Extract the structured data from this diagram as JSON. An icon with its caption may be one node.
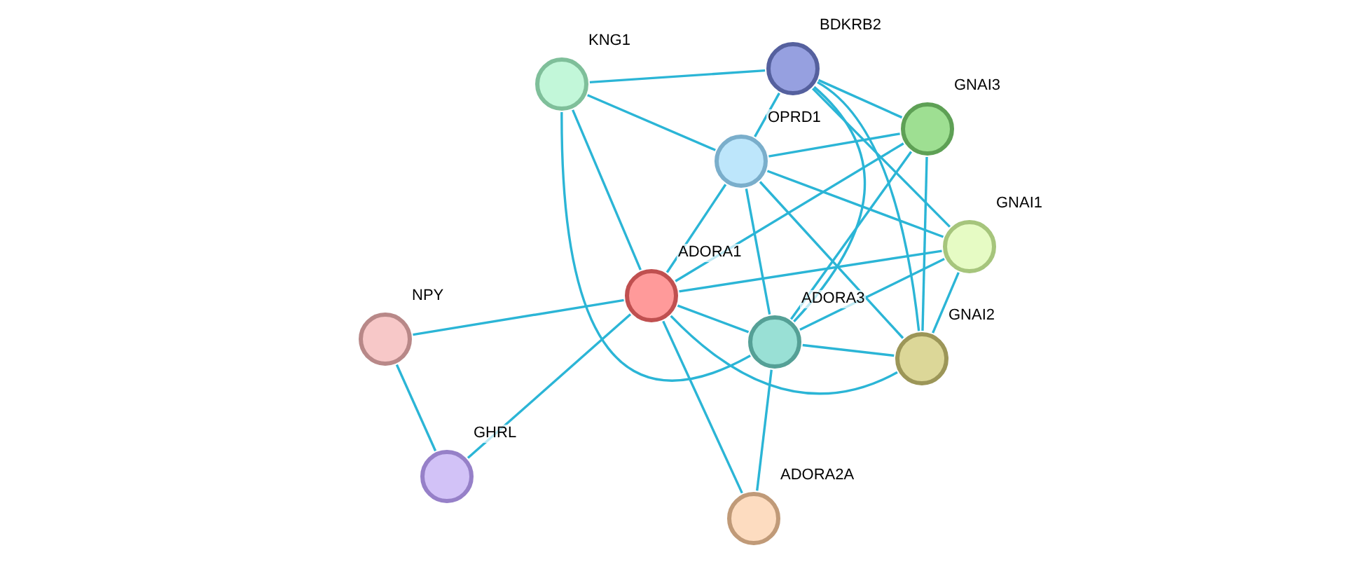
{
  "diagram": {
    "nodes": [
      {
        "text": [
          "KNG1"
        ]
      },
      {
        "text": [
          "BDKRB2"
        ]
      },
      {
        "text": [
          "GNAI3"
        ]
      },
      {
        "text": [
          "OPRD1"
        ]
      },
      {
        "text": [
          "GNAI1"
        ]
      },
      {
        "text": [
          "ADORA1"
        ]
      },
      {
        "text": [
          "NPY"
        ]
      },
      {
        "text": [
          "ADORA3"
        ]
      },
      {
        "text": [
          "GNAI2"
        ]
      },
      {
        "text": [
          "GHRL"
        ]
      },
      {
        "text": [
          "ADORA2A"
        ]
      }
    ],
    "edges": [
      {
        "from": 0,
        "to": 1,
        "arrow": "none"
      },
      {
        "from": 0,
        "to": 3,
        "arrow": "none"
      },
      {
        "from": 0,
        "to": 5,
        "arrow": "none"
      },
      {
        "from": 0,
        "to": 7,
        "arrow": "none"
      },
      {
        "from": 1,
        "to": 3,
        "arrow": "none"
      },
      {
        "from": 1,
        "to": 2,
        "arrow": "none"
      },
      {
        "from": 1,
        "to": 4,
        "arrow": "none"
      },
      {
        "from": 1,
        "to": 8,
        "arrow": "none"
      },
      {
        "from": 1,
        "to": 7,
        "arrow": "none"
      },
      {
        "from": 3,
        "to": 2,
        "arrow": "none"
      },
      {
        "from": 3,
        "to": 4,
        "arrow": "none"
      },
      {
        "from": 3,
        "to": 8,
        "arrow": "none"
      },
      {
        "from": 3,
        "to": 5,
        "arrow": "none"
      },
      {
        "from": 3,
        "to": 7,
        "arrow": "none"
      },
      {
        "from": 2,
        "to": 5,
        "arrow": "none"
      },
      {
        "from": 2,
        "to": 7,
        "arrow": "none"
      },
      {
        "from": 2,
        "to": 8,
        "arrow": "none"
      },
      {
        "from": 4,
        "to": 8,
        "arrow": "none"
      },
      {
        "from": 4,
        "to": 5,
        "arrow": "none"
      },
      {
        "from": 4,
        "to": 7,
        "arrow": "none"
      },
      {
        "from": 5,
        "to": 7,
        "arrow": "none"
      },
      {
        "from": 5,
        "to": 8,
        "arrow": "none"
      },
      {
        "from": 5,
        "to": 6,
        "arrow": "none"
      },
      {
        "from": 5,
        "to": 9,
        "arrow": "none"
      },
      {
        "from": 5,
        "to": 10,
        "arrow": "none"
      },
      {
        "from": 7,
        "to": 8,
        "arrow": "none"
      },
      {
        "from": 7,
        "to": 10,
        "arrow": "none"
      },
      {
        "from": 6,
        "to": 9,
        "arrow": "none"
      }
    ]
  }
}
